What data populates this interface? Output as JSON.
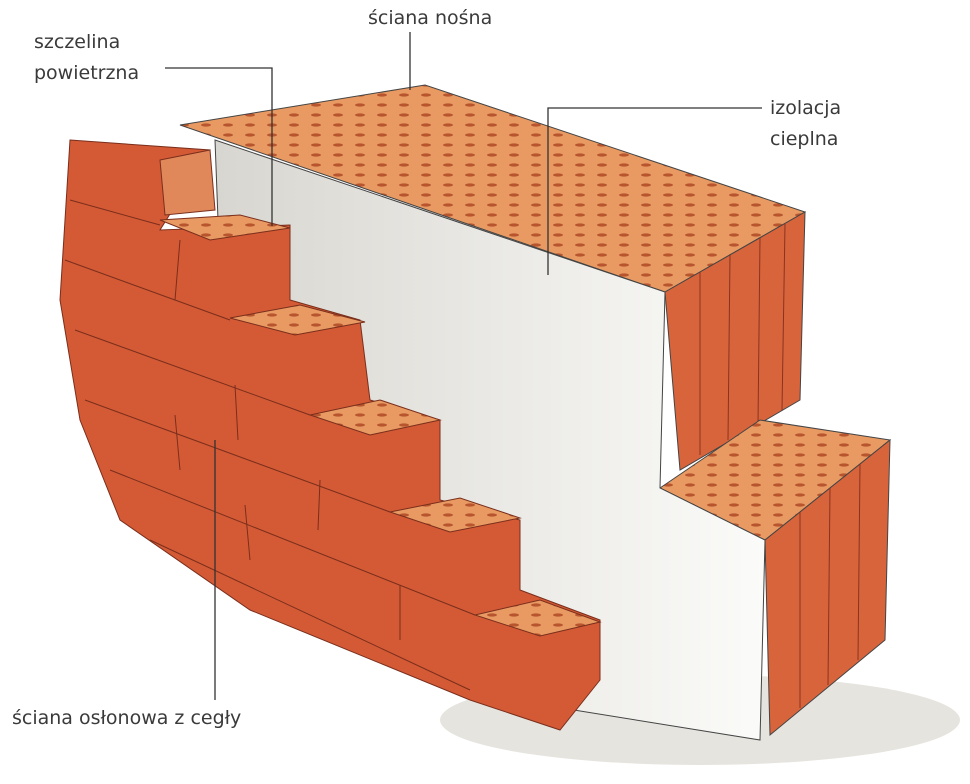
{
  "labels": {
    "load_bearing_wall": "ściana nośna",
    "air_gap_line1": "szczelina",
    "air_gap_line2": "powietrzna",
    "insulation_line1": "izolacja",
    "insulation_line2": "cieplna",
    "facing_wall": "ściana osłonowa z cegły"
  },
  "colors": {
    "brick": "#d9653a",
    "brick_dark": "#b8452a",
    "brick_top": "#e89a62",
    "insulation": "#f1f0ec",
    "leader_line": "#333333"
  }
}
